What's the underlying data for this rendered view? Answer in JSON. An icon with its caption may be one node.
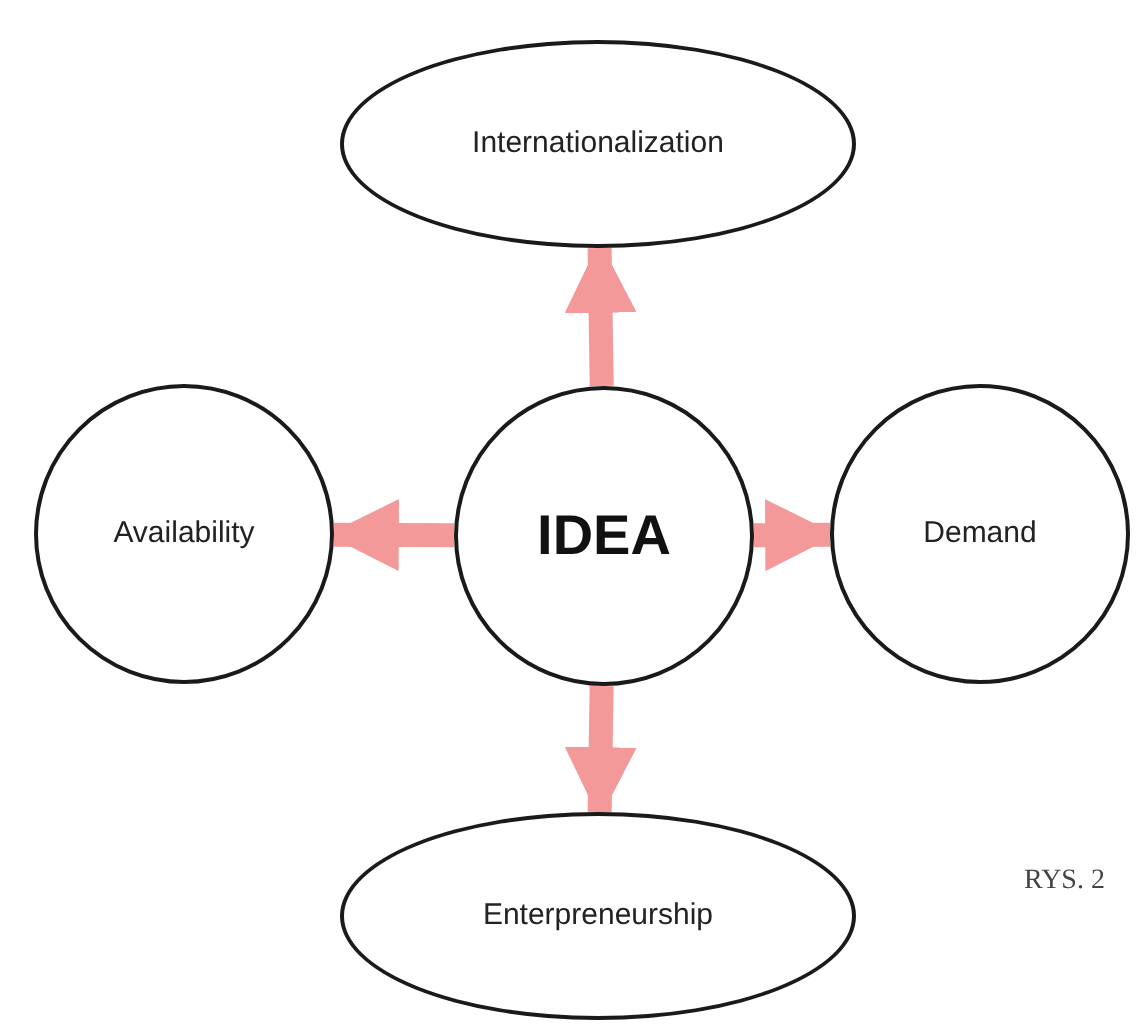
{
  "diagram": {
    "nodes": [
      {
        "text": [
          "IDEA"
        ]
      },
      {
        "text": [
          "Internationalization"
        ]
      },
      {
        "text": [
          "Availability"
        ]
      },
      {
        "text": [
          "Demand"
        ]
      },
      {
        "text": [
          "Enterpreneurship"
        ]
      }
    ],
    "edges": [
      {
        "from": 0,
        "to": 1,
        "arrow": "to"
      },
      {
        "from": 0,
        "to": 2,
        "arrow": "to"
      },
      {
        "from": 0,
        "to": 3,
        "arrow": "to"
      },
      {
        "from": 0,
        "to": 4,
        "arrow": "to"
      }
    ],
    "labels": [
      "RYS. 2"
    ]
  }
}
